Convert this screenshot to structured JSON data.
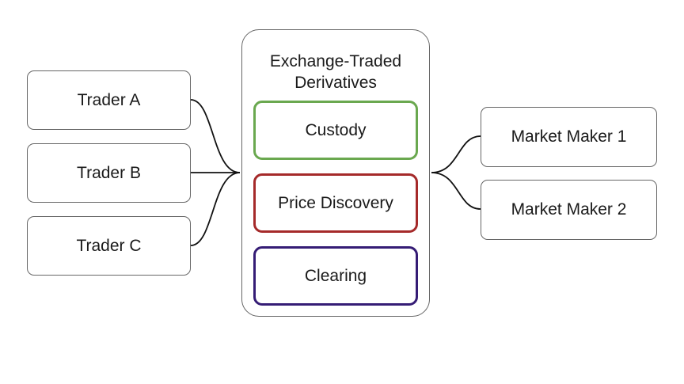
{
  "exchange": {
    "title_line1": "Exchange-Traded",
    "title_line2": "Derivatives",
    "functions": [
      {
        "label": "Custody",
        "color": "#6aa84f"
      },
      {
        "label": "Price Discovery",
        "color": "#a52a2a"
      },
      {
        "label": "Clearing",
        "color": "#351c75"
      }
    ]
  },
  "traders": [
    {
      "label": "Trader A"
    },
    {
      "label": "Trader B"
    },
    {
      "label": "Trader C"
    }
  ],
  "market_makers": [
    {
      "label": "Market Maker 1"
    },
    {
      "label": "Market Maker 2"
    }
  ],
  "colors": {
    "node_border": "#666666",
    "connector": "#111111"
  }
}
